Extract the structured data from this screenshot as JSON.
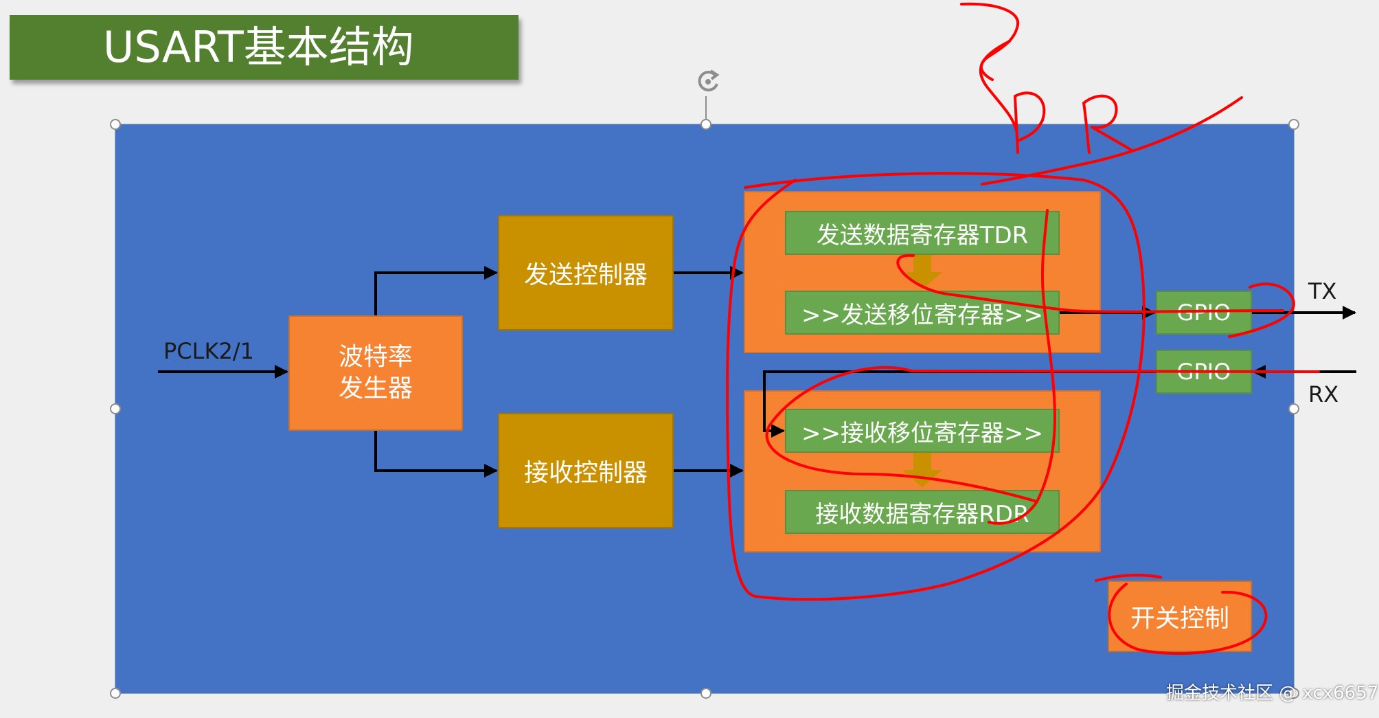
{
  "title": "USART基本结构",
  "input_label": "PCLK2/1",
  "blocks": {
    "baud": "波特率\n发生器",
    "tx_ctrl": "发送控制器",
    "rx_ctrl": "接收控制器",
    "tdr": "发送数据寄存器TDR",
    "tx_shift": ">>发送移位寄存器>>",
    "rx_shift": ">>接收移位寄存器>>",
    "rdr": "接收数据寄存器RDR",
    "gpio_tx": "GPIO",
    "gpio_rx": "GPIO",
    "switch": "开关控制"
  },
  "pins": {
    "tx": "TX",
    "rx": "RX"
  },
  "watermark": "掘金技术社区 @ xcx6657",
  "colors": {
    "background": "#4472c4",
    "orange": "#f58332",
    "gold": "#c99000",
    "green": "#6aa84f",
    "title_green": "#53802f",
    "annotation_red": "#ff0000"
  },
  "icons": {
    "rotate": "rotate-handle-icon"
  }
}
